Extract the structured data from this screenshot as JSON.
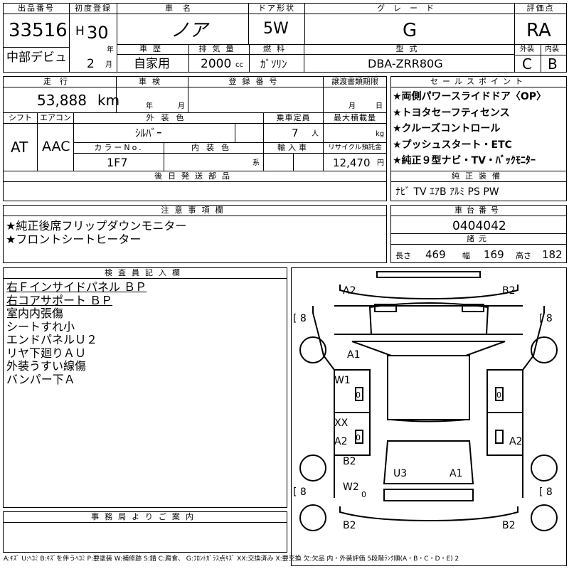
{
  "header": {
    "lot_no_label": "出品番号",
    "lot_no": "33516",
    "debut": "中部デビュ",
    "first_reg_label": "初度登録",
    "era": "H",
    "year": "30",
    "year_unit": "年",
    "month": "2",
    "month_unit": "月",
    "name_label": "車名",
    "name": "ノア",
    "door_label": "ドア形状",
    "door": "5W",
    "grade_label": "グレード",
    "grade": "G",
    "score_label": "評価点",
    "score": "RA",
    "history_label": "車歴",
    "history": "自家用",
    "displacement_label": "排気量",
    "displacement": "2000",
    "displacement_unit": "cc",
    "fuel_label": "燃料",
    "fuel": "ｶﾞｿﾘﾝ",
    "model_label": "型式",
    "model": "DBA-ZRR80G",
    "ext_label": "外装",
    "ext": "C",
    "int_label": "内装",
    "int": "B"
  },
  "info": {
    "mileage_label": "走行",
    "mileage": "53,888",
    "mileage_unit": "km",
    "inspection_label": "車検",
    "insp_year": "年",
    "insp_month": "月",
    "reg_label": "登録番号",
    "transfer_label": "譲渡書類期限",
    "transfer_month": "月",
    "transfer_day": "日",
    "shift_label": "シフト",
    "shift": "AT",
    "ac_label": "エアコン",
    "ac": "AAC",
    "color_label": "外装色",
    "color": "ｼﾙﾊﾞｰ",
    "capacity_label": "乗車定員",
    "capacity": "7",
    "capacity_unit": "人",
    "load_label": "最大積載量",
    "load_unit": "kg",
    "color_no_label": "カラーNo.",
    "color_no": "1F7",
    "int_color_label": "内装色",
    "int_color_unit": "系",
    "import_label": "輸入車",
    "recycle_label": "リサイクル預託金",
    "recycle": "12,470",
    "recycle_unit": "円",
    "later_parts_label": "後日発送部品"
  },
  "sales_points": {
    "label": "セールスポイント",
    "items": [
      "★両側パワースライドドア〈OP〉",
      "★トヨタセーフティセンス",
      "★クルーズコントロール",
      "★プッシュスタート・ETC",
      "★純正９型ナビ・TV・ﾊﾞｯｸﾓﾆﾀｰ"
    ]
  },
  "equipment": {
    "label": "純正装備",
    "value": "ﾅﾋﾞ TV ｴｱB ｱﾙﾐ PS PW"
  },
  "notes": {
    "label": "注意事項欄",
    "items": [
      "★純正後席フリップダウンモニター",
      "★フロントシートヒーター"
    ]
  },
  "chassis": {
    "label": "車台番号",
    "value": "0404042"
  },
  "dims": {
    "label": "諸元",
    "length_label": "長さ",
    "length": "469",
    "width_label": "幅",
    "width": "169",
    "height_label": "高さ",
    "height": "182"
  },
  "inspector": {
    "label": "検査員記入欄",
    "items": [
      "右Ｆインサイドパネル ＢＰ",
      "右コアサポート ＢＰ",
      "室内内張傷",
      "シートすれ小",
      "エンドパネルＵ２",
      "リヤ下廻りＡＵ",
      "外装うすい線傷",
      "バンパー下Ａ"
    ]
  },
  "office": {
    "label": "事務局よりご案内"
  },
  "diagram": {
    "a2_tl": "A2",
    "b2_tr": "B2",
    "bracket_l1": "[ 8",
    "bracket_r1": "[ 8",
    "a1": "A1",
    "w1": "W1",
    "z1": "0",
    "z2": "0",
    "xx": "XX",
    "a2_l": "A2",
    "z3": "0",
    "a2_r": "A2",
    "b2_l": "B2",
    "u3": "U3",
    "a1_b": "A1",
    "w2": "W2",
    "bracket_l2": "[ 8",
    "bracket_r2": "[ 8",
    "z4": "0",
    "b2_bl": "B2",
    "b2_br": "B2"
  },
  "legend": "A:ｷｽﾞ U:ﾍｺﾐ B:ｷｽﾞを伴うﾍｺﾐ P:要塗装 W:補修跡 S:錆 C:腐食、 G:ﾌﾛﾝﾄｶﾞﾗｽ点ｷｽﾞ XX:交換済み X:要交換 欠:欠品 内・外装評価 5段階ﾗﾝｸ順(A・B・C・D・E) 2"
}
